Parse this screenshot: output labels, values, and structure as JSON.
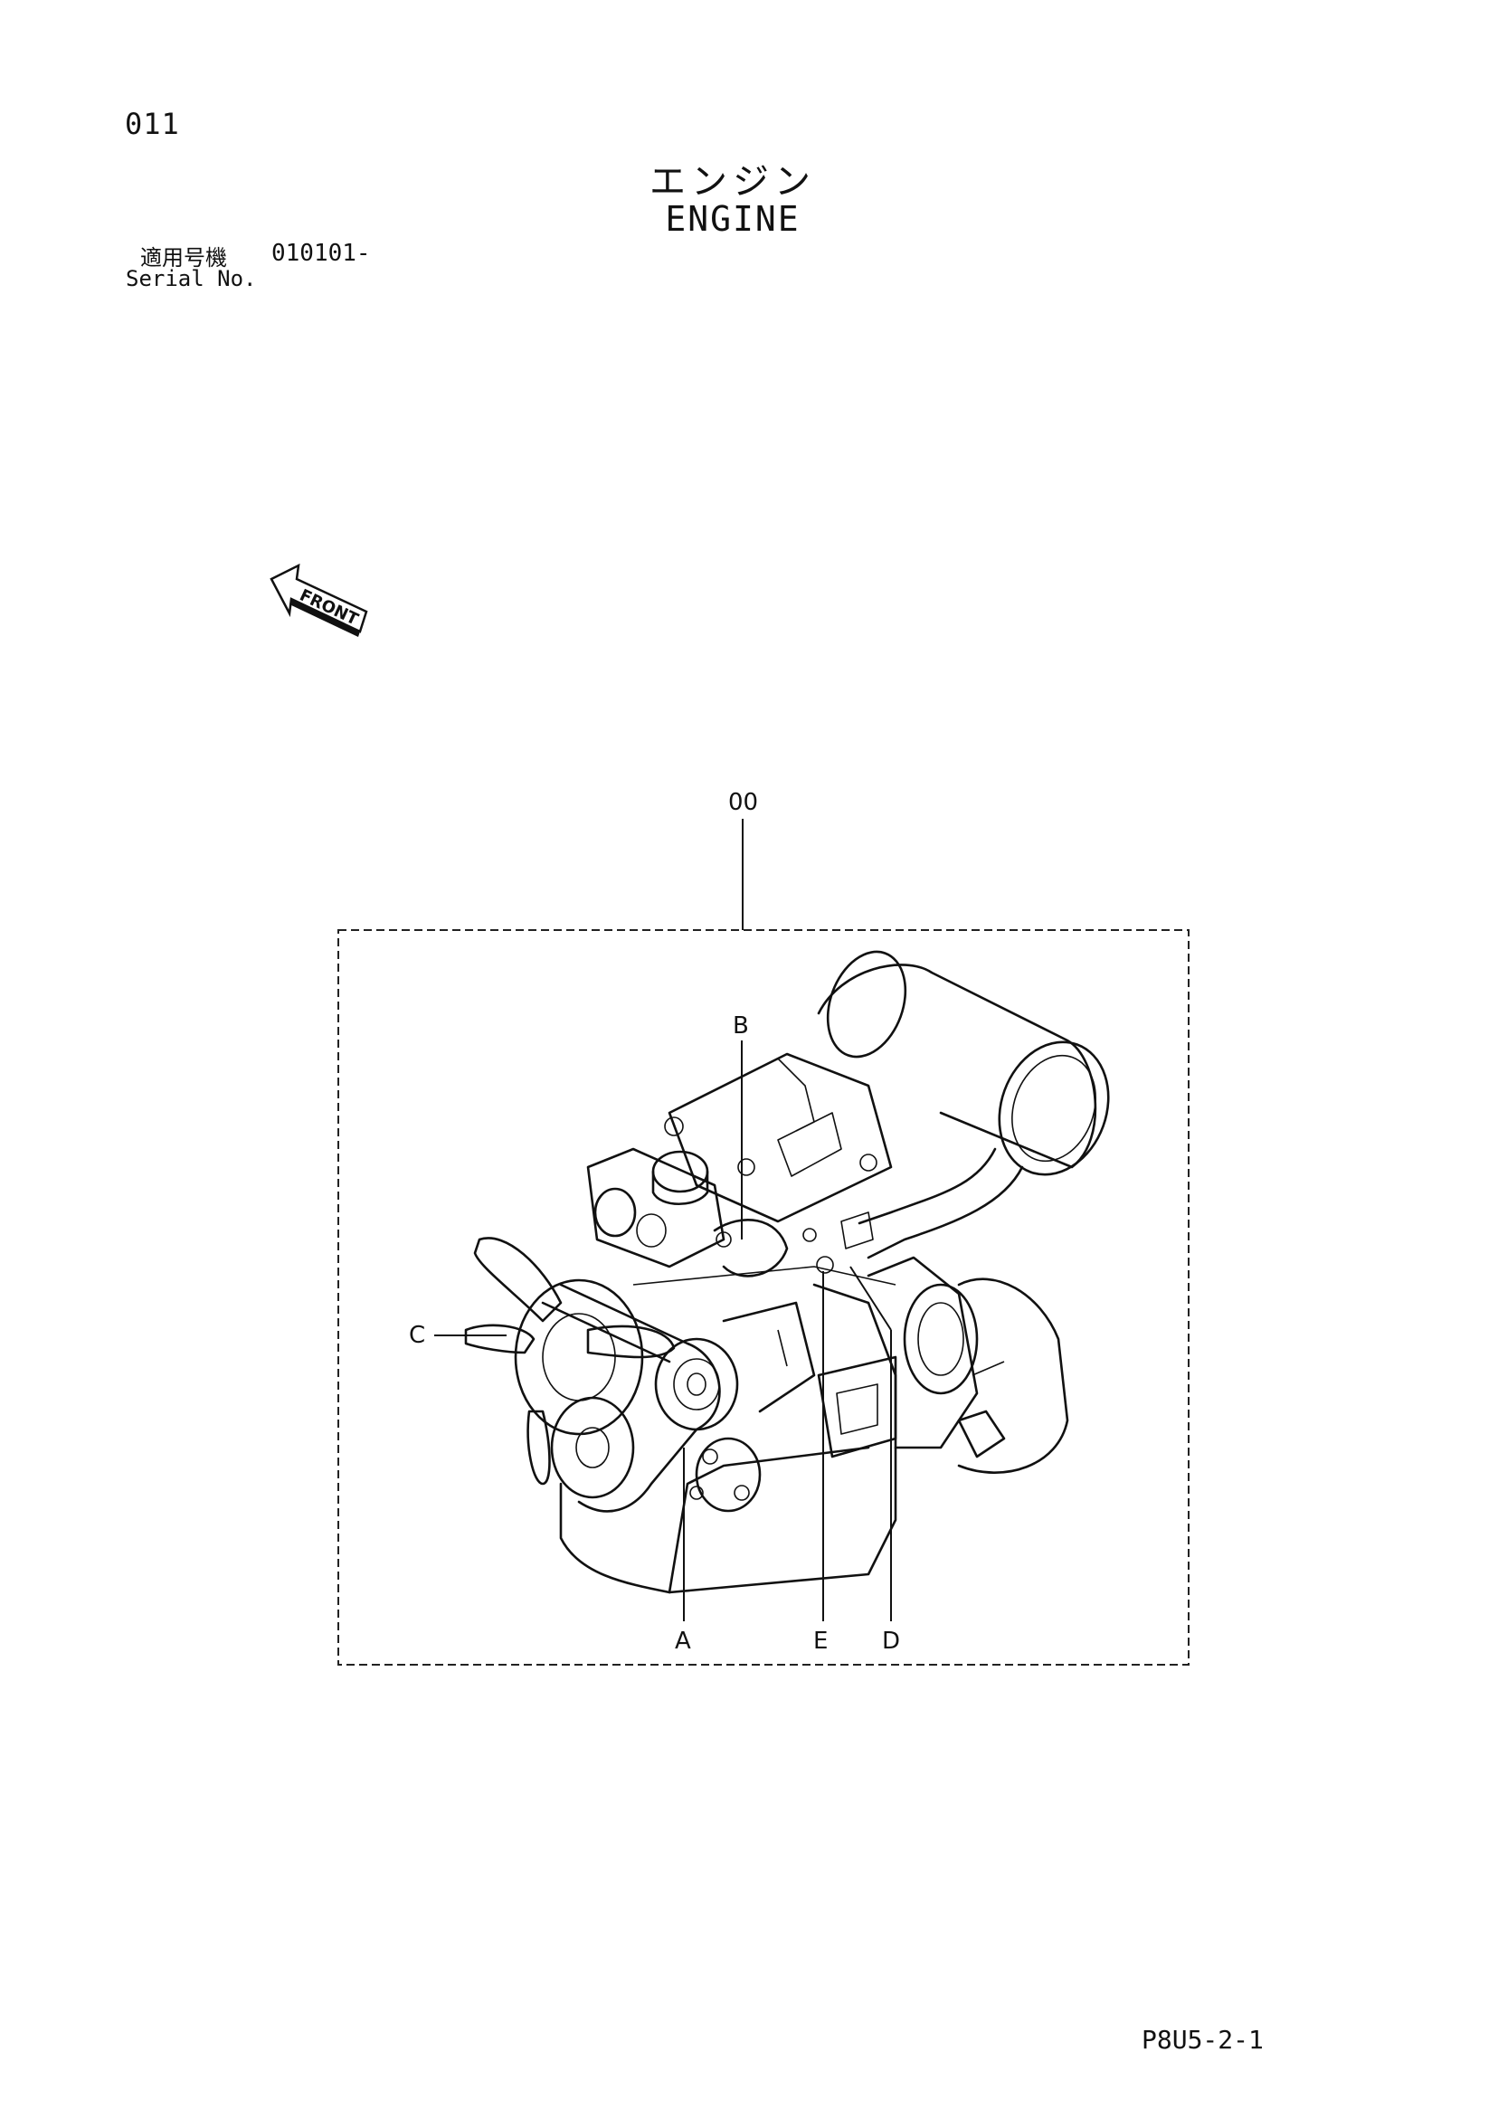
{
  "page": {
    "number": "011",
    "title_jp": "エンジン",
    "title_en": "ENGINE",
    "footer_code": "P8U5-2-1"
  },
  "serial": {
    "label_jp": "適用号機",
    "value": "010101-",
    "label_en": "Serial No."
  },
  "front_arrow": {
    "label": "FRONT"
  },
  "diagram": {
    "assembly_number": "00",
    "callouts": {
      "a": "A",
      "b": "B",
      "c": "C",
      "d": "D",
      "e": "E"
    }
  }
}
